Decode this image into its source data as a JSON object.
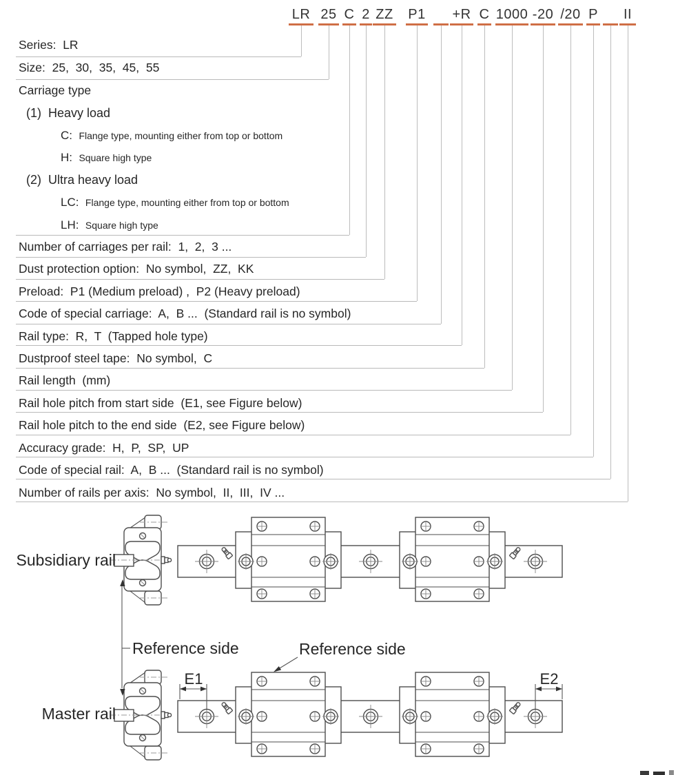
{
  "model_code": {
    "segments": [
      "LR",
      "25",
      "C",
      "2",
      "ZZ",
      "P1",
      "",
      "+R",
      "C",
      "1000",
      "-20",
      "/20",
      "P",
      "",
      "II"
    ]
  },
  "rows": [
    "Series:  LR",
    "Size:  25,  30,  35,  45,  55",
    "Carriage type",
    "Number of carriages per rail:  1,  2,  3 ...",
    "Dust protection option:  No symbol,  ZZ,  KK",
    "Preload:  P1 (Medium preload) ,  P2 (Heavy preload)",
    "Code of special carriage:  A,  B ...  (Standard rail is no symbol)",
    "Rail type:  R,  T  (Tapped hole type)",
    "Dustproof steel tape:  No symbol,  C",
    "Rail length  (mm)",
    "Rail hole pitch from start side  (E1, see Figure below)",
    "Rail hole pitch to the end side  (E2, see Figure below)",
    "Accuracy grade:  H,  P,  SP,  UP",
    "Code of special rail:  A,  B ...  (Standard rail is no symbol)",
    "Number of rails per axis:  No symbol,  II,  III,  IV ..."
  ],
  "carriage_type": {
    "groups": [
      {
        "heading": "(1)  Heavy load",
        "items": [
          {
            "code": "C:",
            "desc": "Flange type, mounting either from top or bottom"
          },
          {
            "code": "H:",
            "desc": "Square high type"
          }
        ]
      },
      {
        "heading": "(2)  Ultra heavy load",
        "items": [
          {
            "code": "LC:",
            "desc": "Flange type, mounting either from top or bottom"
          },
          {
            "code": "LH:",
            "desc": "Square high type"
          }
        ]
      }
    ]
  },
  "diagram": {
    "subsidiary_label": "Subsidiary rail",
    "master_label": "Master rail",
    "reference_side_left": "Reference side",
    "reference_side_right": "Reference side",
    "dim_e1": "E1",
    "dim_e2": "E2"
  },
  "colors": {
    "accent_underline": "#cf6e45",
    "connector_line": "#bcbcbc",
    "text": "#262626",
    "drawing": "#4d4d4d"
  }
}
